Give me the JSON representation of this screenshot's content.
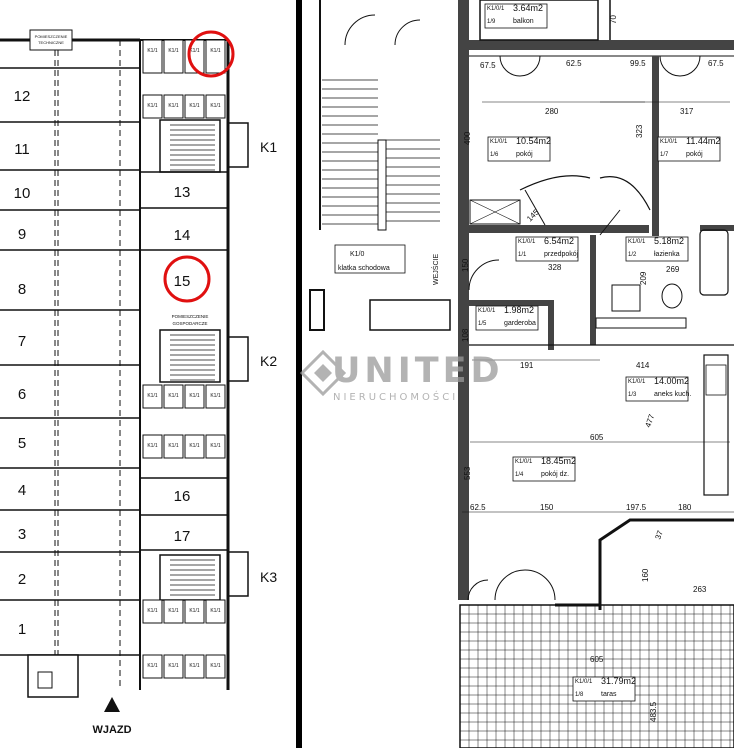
{
  "garage": {
    "spots_left": [
      "12",
      "11",
      "10",
      "9",
      "8",
      "7",
      "6",
      "5",
      "4",
      "3",
      "2",
      "1"
    ],
    "spots_right": [
      "13",
      "14",
      "15",
      "16",
      "17"
    ],
    "stairwells": [
      "K1",
      "K2",
      "K3"
    ],
    "tech_room_label": [
      "POMIESZCZENIE",
      "TECHNICZNE"
    ],
    "utility_room_label": [
      "POMIESZCZENIE",
      "GOSPODARCZE"
    ],
    "storage_label": "K1/1",
    "entrance_label": "WJAZD"
  },
  "apartment": {
    "staircase": {
      "code": "K1/0",
      "name": "klatka schodowa"
    },
    "entrance_label": "WEJŚCIE",
    "rooms": [
      {
        "code": "K1/0/1",
        "num": "1/9",
        "area": "3.64m2",
        "name": "balkon"
      },
      {
        "code": "K1/0/1",
        "num": "1/6",
        "area": "10.54m2",
        "name": "pokój"
      },
      {
        "code": "K1/0/1",
        "num": "1/7",
        "area": "11.44m2",
        "name": "pokój"
      },
      {
        "code": "K1/0/1",
        "num": "1/1",
        "area": "6.54m2",
        "name": "przedpokój"
      },
      {
        "code": "K1/0/1",
        "num": "1/2",
        "area": "5.18m2",
        "name": "łazienka"
      },
      {
        "code": "K1/0/1",
        "num": "1/5",
        "area": "1.98m2",
        "name": "garderoba"
      },
      {
        "code": "K1/0/1",
        "num": "1/3",
        "area": "14.00m2",
        "name": "aneks kuch."
      },
      {
        "code": "K1/0/1",
        "num": "1/4",
        "area": "18.45m2",
        "name": "pokój dz."
      },
      {
        "code": "K1/0/1",
        "num": "1/8",
        "area": "31.79m2",
        "name": "taras"
      }
    ],
    "dims": {
      "top": [
        "67.5",
        "62.5",
        "99.5",
        "67.5"
      ],
      "small_70": "70",
      "d280": "280",
      "d317": "317",
      "d400": "400",
      "d323": "323",
      "d145": "145",
      "d328": "328",
      "d269": "269",
      "d209": "209",
      "d150": "150",
      "d108": "108",
      "d191": "191",
      "d414": "414",
      "d477": "477",
      "d605": "605",
      "d553": "553",
      "bottom": [
        "62.5",
        "150",
        "197.5",
        "180"
      ],
      "d37": "37",
      "d263": "263",
      "d160": "160",
      "d605b": "605",
      "d483": "483.5"
    }
  },
  "watermark": {
    "title": "UNITED",
    "subtitle": "NIERUCHOMOŚCI"
  },
  "colors": {
    "ink": "#111111",
    "highlight": "#e01010",
    "watermark": "#9a9a9a",
    "divider": "#000000"
  }
}
